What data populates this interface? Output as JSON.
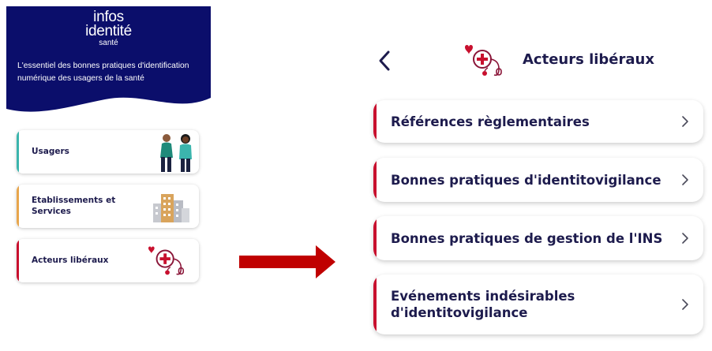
{
  "left_screen": {
    "logo": {
      "line1": "infos",
      "line2": "identité",
      "line3": "santé"
    },
    "tagline": "L'essentiel des bonnes pratiques d'identification numérique des usagers de la santé",
    "menu": [
      {
        "label": "Usagers",
        "accent": "#3bb5ad"
      },
      {
        "label": "Etablissements et Services",
        "accent": "#e8a64c"
      },
      {
        "label": "Acteurs libéraux",
        "accent": "#c8102e"
      }
    ],
    "colors": {
      "banner": "#0b0e6b"
    }
  },
  "right_screen": {
    "title": "Acteurs libéraux",
    "back_icon": "chevron-left-icon",
    "title_icon": "stethoscope-heart-icon",
    "items": [
      {
        "label": "Références règlementaires"
      },
      {
        "label": "Bonnes pratiques d'identitovigilance"
      },
      {
        "label": "Bonnes pratiques de gestion de l'INS"
      },
      {
        "label": "Evénements indésirables d'identitovigilance"
      }
    ],
    "colors": {
      "accent": "#c8102e",
      "text": "#1d1b4d"
    }
  },
  "arrow_color": "#c00000"
}
